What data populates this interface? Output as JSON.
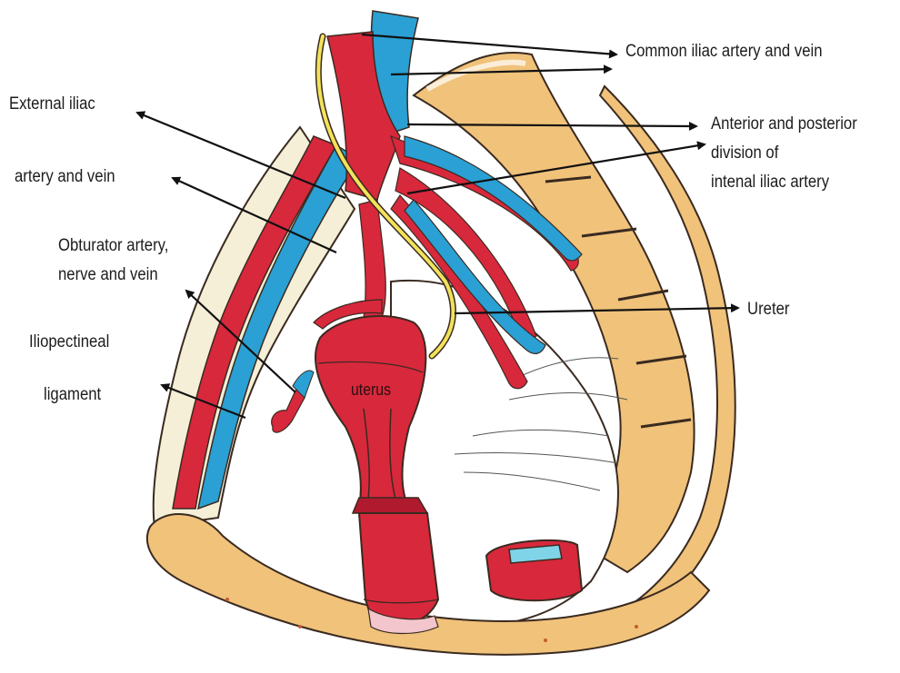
{
  "labels": {
    "common_iliac": "Common iliac artery and vein",
    "external_iliac_1": "External iliac",
    "external_iliac_2": "artery and vein",
    "anterior_posterior_1": "Anterior and posterior",
    "anterior_posterior_2": "division of",
    "anterior_posterior_3": "intenal iliac artery",
    "obturator_1": "Obturator artery,",
    "obturator_2": "nerve and vein",
    "ureter": "Ureter",
    "iliopectineal_1": "Iliopectineal",
    "iliopectineal_2": "ligament",
    "uterus": "uterus"
  },
  "colors": {
    "bone": "#f0c27a",
    "bone_dark": "#d9993f",
    "artery": "#d8283c",
    "artery_dark": "#b01a2e",
    "vein": "#2aa0d4",
    "ureter": "#f2e35a",
    "tissue": "#f4efd6",
    "outline": "#3a2a20",
    "arrow": "#111111"
  }
}
